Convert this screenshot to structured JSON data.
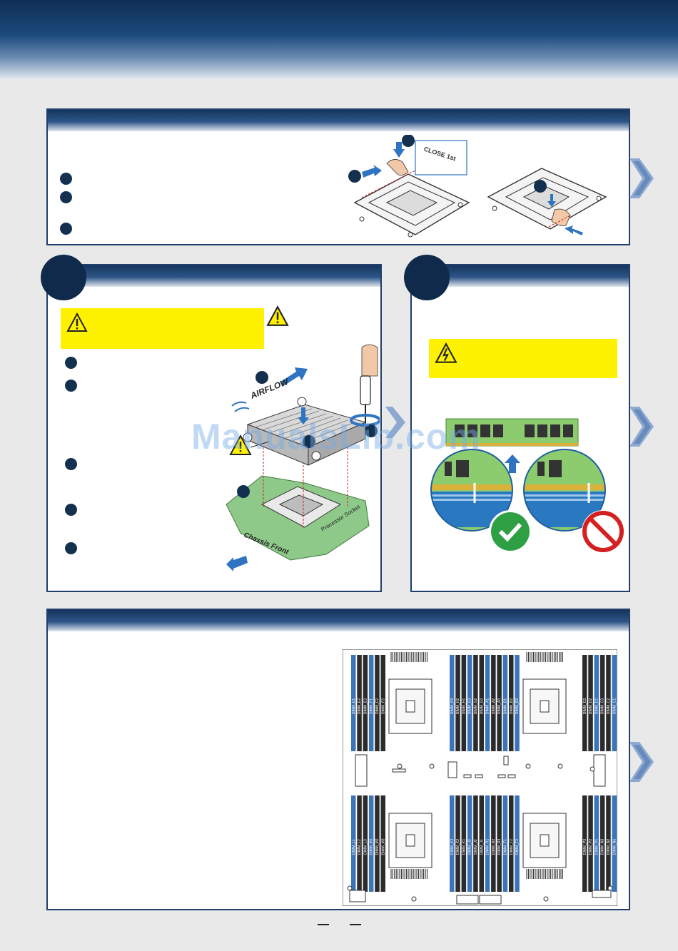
{
  "top_panel": {
    "illustration_text": "CLOSE 1st"
  },
  "heatsink_panel": {
    "illustration_labels": {
      "airflow": "AIRFLOW",
      "socket": "Processor Socket",
      "chassis_front": "Chassis Front"
    }
  },
  "dimm_diagram": {
    "top_left_labels": [
      "DIMM_E1",
      "DIMM_E2",
      "DIMM_E3",
      "DIMM_F1",
      "DIMM_F2",
      "DIMM_F3"
    ],
    "top_mid_labels": [
      "DIMM_H3",
      "DIMM_H2",
      "DIMM_H1",
      "DIMM_G3",
      "DIMM_G2",
      "DIMM_G1",
      "DIMM_A1",
      "DIMM_A2",
      "DIMM_A3",
      "DIMM_B1",
      "DIMM_B2",
      "DIMM_B3"
    ],
    "top_right_labels": [
      "DIMM_D3",
      "DIMM_D2",
      "DIMM_D1",
      "DIMM_C3",
      "DIMM_C2",
      "DIMM_C1"
    ],
    "bot_left_labels": [
      "DIMM_L1",
      "DIMM_L2",
      "DIMM_L3",
      "DIMM_M1",
      "DIMM_M2",
      "DIMM_M3"
    ],
    "bot_mid_labels": [
      "DIMM_K3",
      "DIMM_K2",
      "DIMM_K1",
      "DIMM_J3",
      "DIMM_J2",
      "DIMM_J1",
      "DIMM_R1",
      "DIMM_R2",
      "DIMM_R3",
      "DIMM_T1",
      "DIMM_T2",
      "DIMM_T3"
    ],
    "bot_right_labels": [
      "DIMM_P3",
      "DIMM_P2",
      "DIMM_P1",
      "DIMM_N3",
      "DIMM_N2",
      "DIMM_N1"
    ]
  },
  "watermark": "ManualsLib.com",
  "colors": {
    "navy": "#14304f",
    "dimm_blue": "#3b74b8",
    "dimm_black": "#2b2b2b",
    "warning_yellow": "#fff200",
    "pcb_green": "#8ec98a",
    "ok_green": "#2ea043",
    "no_red": "#d42020"
  }
}
